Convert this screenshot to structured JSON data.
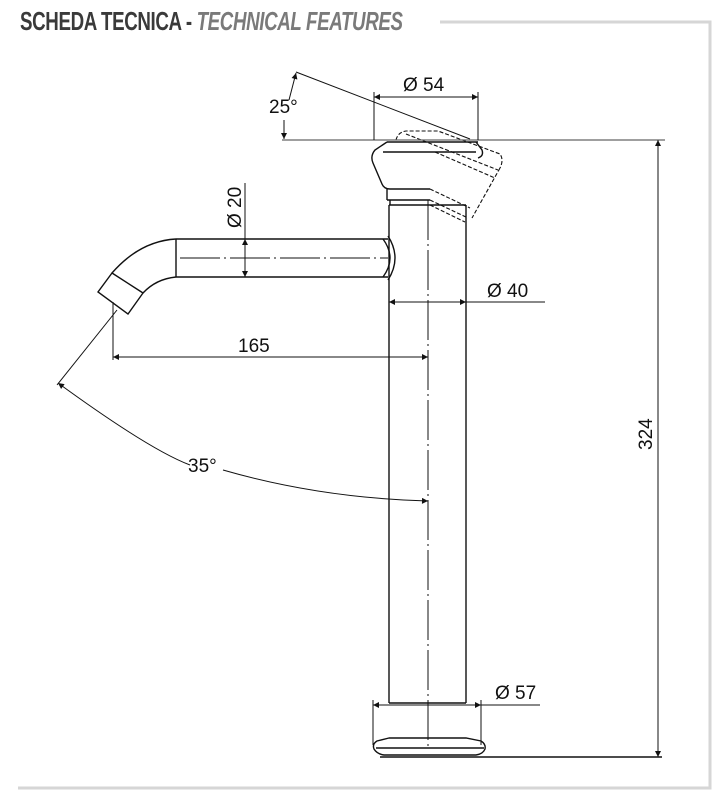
{
  "header": {
    "title_main": "SCHEDA TECNICA",
    "title_separator": " - ",
    "title_sub": "TECHNICAL FEATURES"
  },
  "drawing": {
    "subject": "tall single-lever basin mixer with curved spout",
    "dimensions": {
      "lever_tilt_angle": "25°",
      "lever_diameter": "Ø 54",
      "spout_diameter": "Ø 20",
      "body_diameter": "Ø 40",
      "spout_reach": "165",
      "spout_swivel_angle": "35°",
      "total_height": "324",
      "base_diameter": "Ø 57"
    }
  },
  "colors": {
    "line": "#111111",
    "frame": "#d6d6d6",
    "title_main": "#3a3a3a",
    "title_sub": "#7a7a7a"
  }
}
